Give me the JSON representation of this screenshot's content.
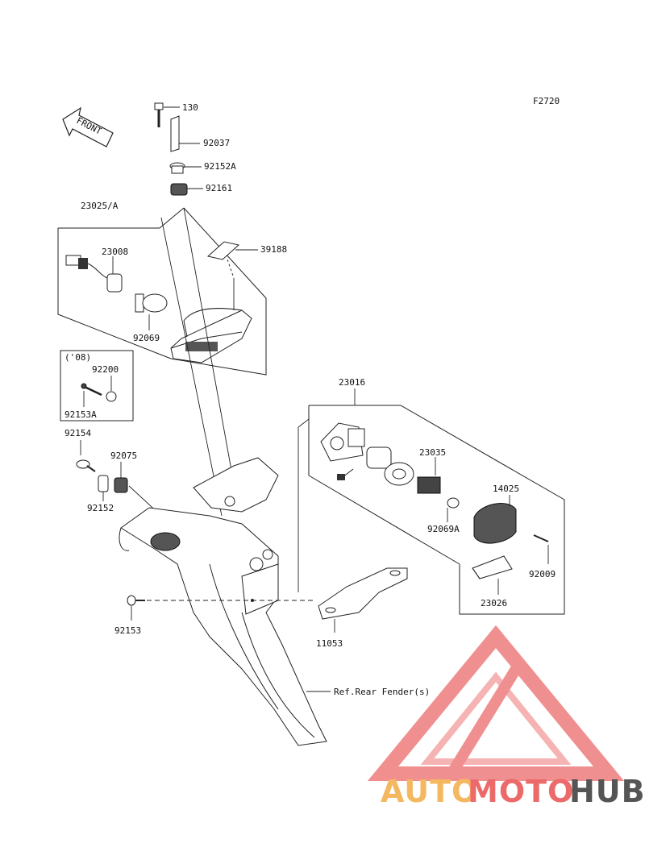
{
  "diagram_code": "F2720",
  "front_label": "FRONT",
  "group_labels": {
    "taillight_assy": "23025/A",
    "license_light_assy": "23016",
    "year_note": "('08)"
  },
  "parts": {
    "p130": "130",
    "p92037": "92037",
    "p92152A": "92152A",
    "p92161": "92161",
    "p23008": "23008",
    "p39188": "39188",
    "p92069": "92069",
    "p92200": "92200",
    "p92153A": "92153A",
    "p92154": "92154",
    "p92075": "92075",
    "p92152": "92152",
    "p23035": "23035",
    "p14025": "14025",
    "p92069A": "92069A",
    "p92009": "92009",
    "p23026": "23026",
    "p92153": "92153",
    "p11053": "11053"
  },
  "reference_note": "Ref.Rear Fender(s)",
  "watermark": {
    "part1": "AUTO",
    "part2": "MOTO",
    "part3": "HUB",
    "color_light": "#f4b860",
    "color_red": "#ec6a6a",
    "color_gray": "#555555"
  }
}
